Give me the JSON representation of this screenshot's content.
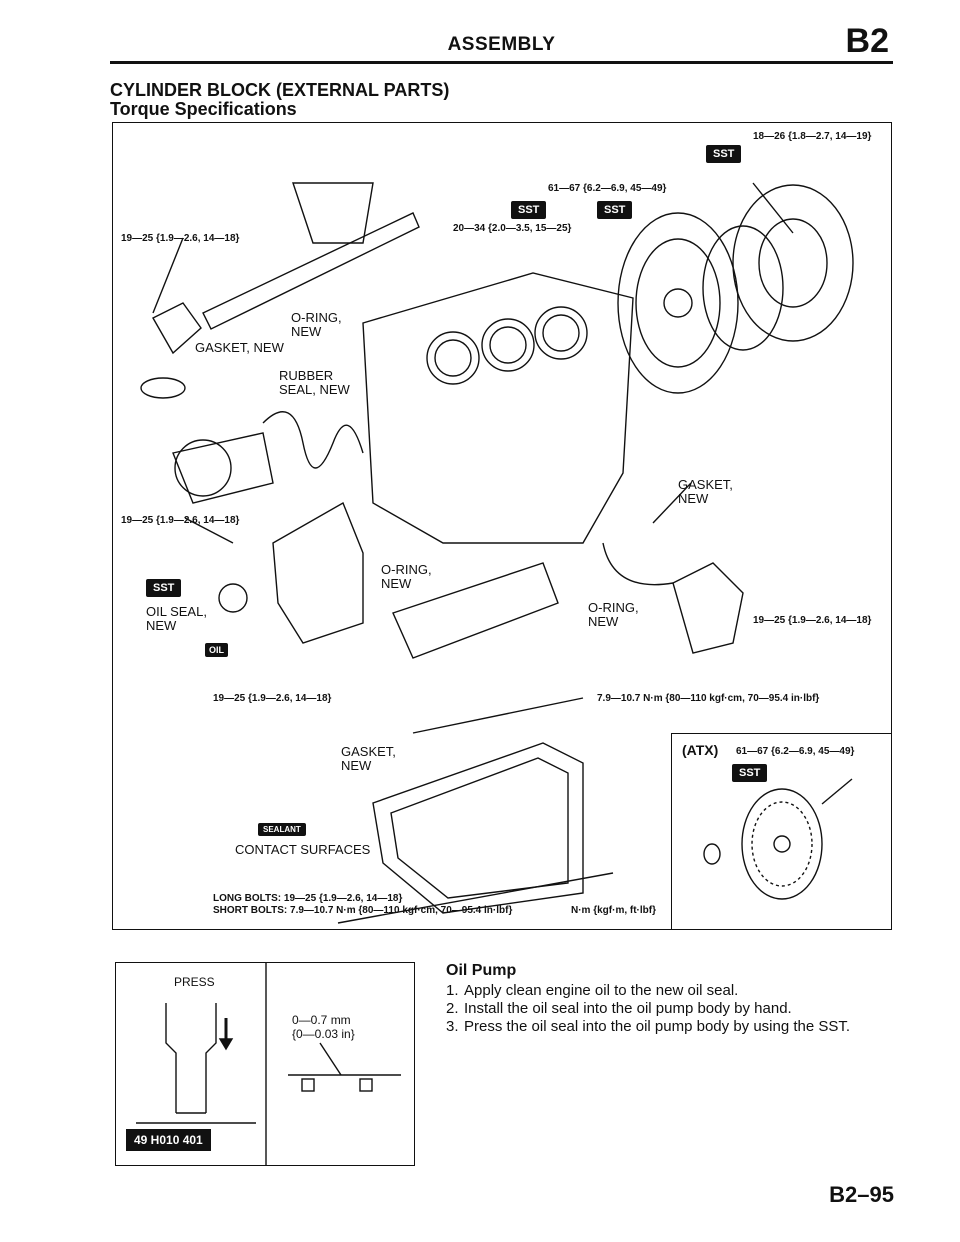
{
  "header": {
    "title": "ASSEMBLY",
    "section_code": "B2"
  },
  "section": {
    "title": "CYLINDER BLOCK (EXTERNAL PARTS)",
    "subtitle": "Torque Specifications"
  },
  "diagram": {
    "torque_labels": {
      "flywheel_top": "18—26 {1.8—2.7, 14—19}",
      "flywheel_bolt": "61—67 {6.2—6.9, 45—49}",
      "sensor": "20—34 {2.0—3.5, 15—25}",
      "water_pipe": "19—25 {1.9—2.6, 14—18}",
      "water_pump": "19—25 {1.9—2.6, 14—18}",
      "oil_pump_right": "19—25 {1.9—2.6, 14—18}",
      "oil_strainer": "19—25 {1.9—2.6, 14—18}",
      "pan_small": "7.9—10.7 N·m {80—110 kgf·cm, 70—95.4 in·lbf}",
      "atx": "61—67 {6.2—6.9, 45—49}"
    },
    "part_labels": {
      "o_ring_top": "O-RING,\nNEW",
      "gasket_top": "GASKET, NEW",
      "rubber_seal": "RUBBER\nSEAL, NEW",
      "gasket_right": "GASKET,\nNEW",
      "o_ring_mid": "O-RING,\nNEW",
      "oil_seal": "OIL SEAL,\nNEW",
      "o_ring_right": "O-RING,\nNEW",
      "gasket_bottom": "GASKET,\nNEW",
      "contact_surfaces": "CONTACT SURFACES"
    },
    "sst_label": "SST",
    "sealant_label": "SEALANT",
    "oil_label": "OIL",
    "bolts_note": {
      "long": "LONG BOLTS: 19—25 {1.9—2.6, 14—18}",
      "short": "SHORT BOLTS: 7.9—10.7 N·m {80—110 kgf·cm, 70—95.4 in·lbf}"
    },
    "units_note": "N·m {kgf·m, ft·lbf}",
    "atx_title": "(ATX)"
  },
  "press_figure": {
    "press_label": "PRESS",
    "gap_label": "0—0.7 mm\n{0—0.03 in}",
    "tool_number": "49 H010 401"
  },
  "procedure": {
    "title": "Oil Pump",
    "steps": [
      {
        "num": "1.",
        "text": "Apply clean engine oil to the new oil seal."
      },
      {
        "num": "2.",
        "text": "Install the oil seal into the oil pump body by hand."
      },
      {
        "num": "3.",
        "text": "Press the oil seal into the oil pump body by using the SST."
      }
    ]
  },
  "footer": {
    "page_number": "B2–95"
  }
}
